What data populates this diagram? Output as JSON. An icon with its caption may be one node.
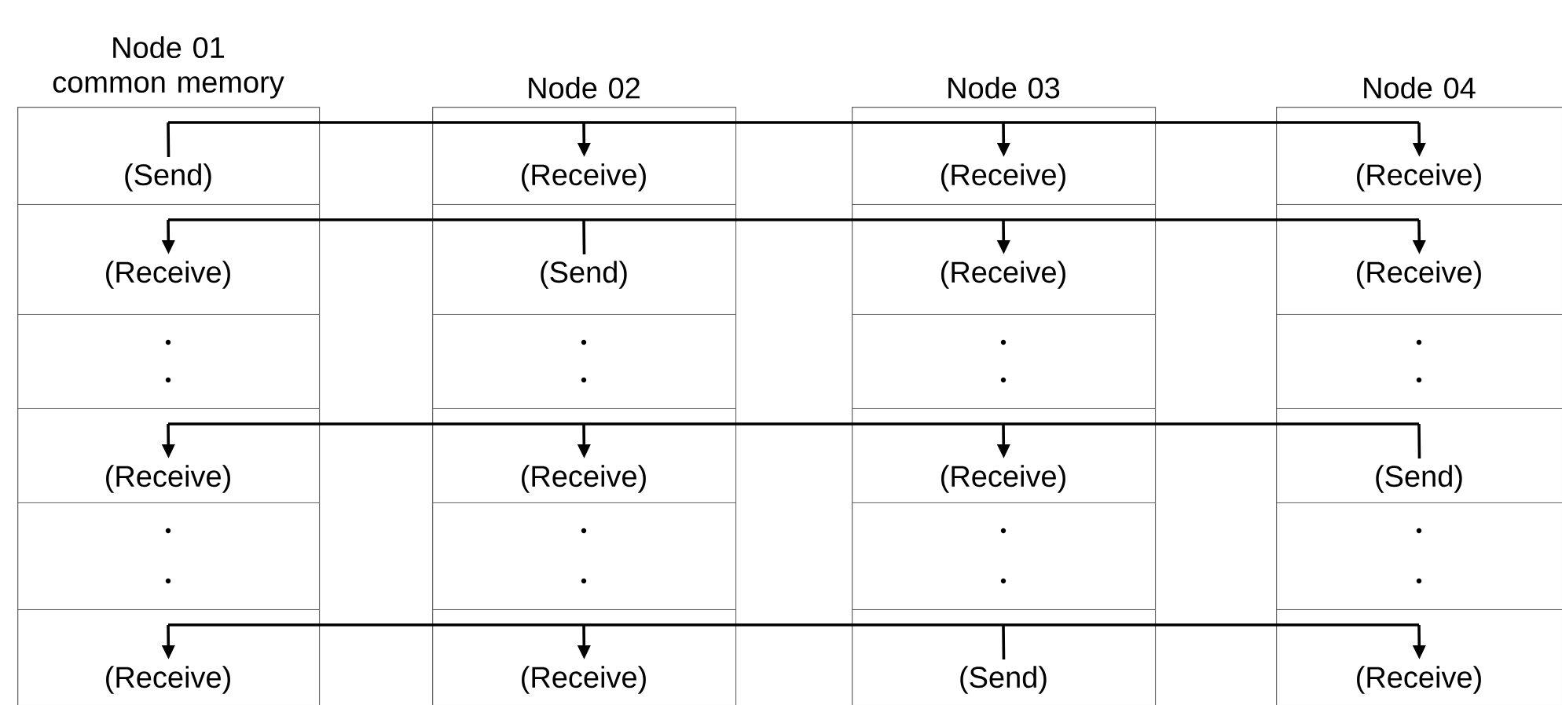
{
  "diagram": {
    "nodes": [
      {
        "text": [
          "Node 01 common memory"
        ]
      },
      {
        "text": [
          "(Send)"
        ],
        "in": 0
      },
      {
        "text": [
          "(Receive)"
        ],
        "in": 0
      },
      {
        "text": [],
        "shape": "box",
        "in": 0
      },
      {
        "text": [
          "(Receive)"
        ],
        "in": 0
      },
      {
        "text": [],
        "shape": "box",
        "in": 0
      },
      {
        "text": [
          "(Receive)"
        ],
        "in": 0
      },
      {
        "text": [
          "Node 02"
        ]
      },
      {
        "text": [
          "(Receive)"
        ],
        "in": 7
      },
      {
        "text": [
          "(Send)"
        ],
        "in": 7
      },
      {
        "text": [],
        "shape": "box",
        "in": 7
      },
      {
        "text": [
          "(Receive)"
        ],
        "in": 7
      },
      {
        "text": [],
        "shape": "box",
        "in": 7
      },
      {
        "text": [
          "(Receive)"
        ],
        "in": 7
      },
      {
        "text": [
          "Node 03"
        ]
      },
      {
        "text": [
          "(Receive)"
        ],
        "in": 14
      },
      {
        "text": [
          "(Receive)"
        ],
        "in": 14
      },
      {
        "text": [],
        "shape": "box",
        "in": 14
      },
      {
        "text": [
          "(Receive)"
        ],
        "in": 14
      },
      {
        "text": [],
        "shape": "box",
        "in": 14
      },
      {
        "text": [
          "(Send)"
        ],
        "in": 14
      },
      {
        "text": [
          "Node 04"
        ]
      },
      {
        "text": [
          "(Receive)"
        ],
        "in": 21
      },
      {
        "text": [
          "(Receive)"
        ],
        "in": 21
      },
      {
        "text": [],
        "shape": "box",
        "in": 21
      },
      {
        "text": [
          "(Send)"
        ],
        "in": 21
      },
      {
        "text": [],
        "shape": "box",
        "in": 21
      },
      {
        "text": [
          "(Receive)"
        ],
        "in": 21
      }
    ],
    "edges": [
      {
        "from": 1,
        "to": 8,
        "arrow": "to"
      },
      {
        "from": 1,
        "to": 15,
        "arrow": "to"
      },
      {
        "from": 1,
        "to": 22,
        "arrow": "to"
      },
      {
        "from": 9,
        "to": 2,
        "arrow": "to"
      },
      {
        "from": 9,
        "to": 16,
        "arrow": "to"
      },
      {
        "from": 9,
        "to": 23,
        "arrow": "to"
      },
      {
        "from": 25,
        "to": 4,
        "arrow": "to"
      },
      {
        "from": 25,
        "to": 11,
        "arrow": "to"
      },
      {
        "from": 25,
        "to": 18,
        "arrow": "to"
      },
      {
        "from": 20,
        "to": 6,
        "arrow": "to"
      },
      {
        "from": 20,
        "to": 13,
        "arrow": "to"
      },
      {
        "from": 20,
        "to": 27,
        "arrow": "to"
      }
    ]
  }
}
